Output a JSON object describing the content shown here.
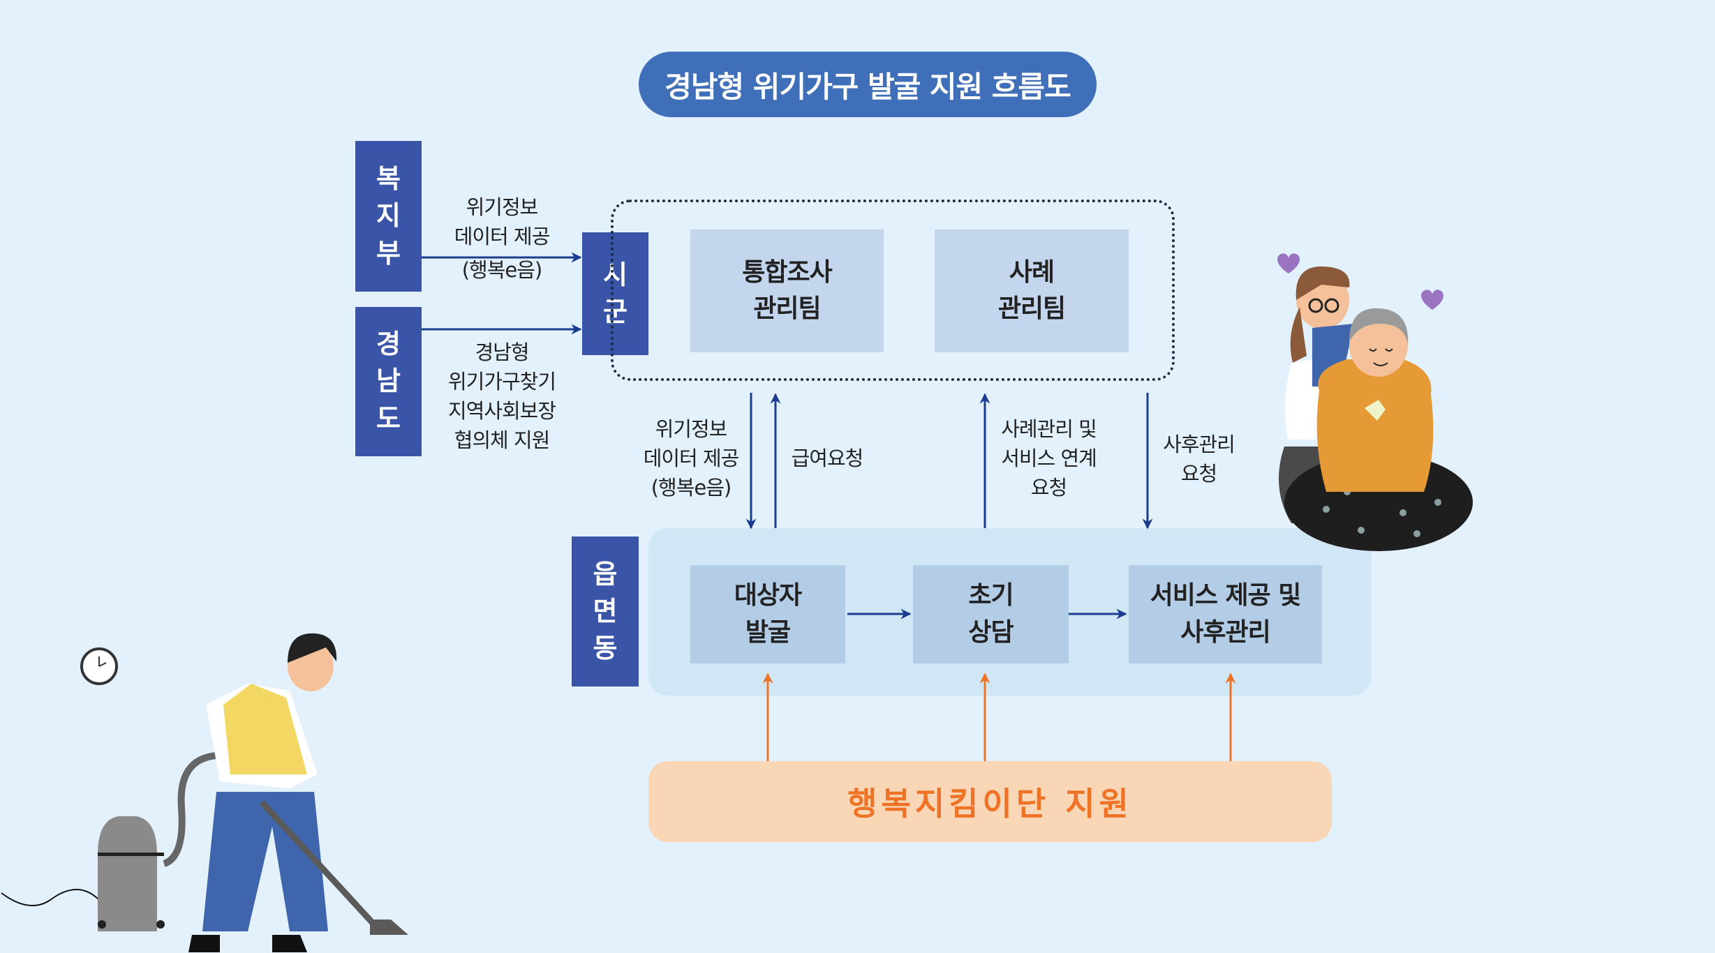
{
  "title": "경남형 위기가구 발굴 지원 흐름도",
  "actors": {
    "ministry": {
      "chars": [
        "복",
        "지",
        "부"
      ],
      "label": "복지부"
    },
    "province": {
      "chars": [
        "경",
        "남",
        "도"
      ],
      "label": "경남도"
    },
    "city": {
      "chars": [
        "시",
        "군"
      ],
      "label": "시군"
    },
    "town": {
      "chars": [
        "읍",
        "면",
        "동"
      ],
      "label": "읍면동"
    }
  },
  "edge_labels": {
    "ministry_to_city": [
      "위기정보",
      "데이터 제공",
      "(행복e음)"
    ],
    "province_to_city": [
      "경남형",
      "위기가구찾기",
      "지역사회보장",
      "협의체 지원"
    ],
    "city_to_town_data": [
      "위기정보",
      "데이터 제공",
      "(행복e음)"
    ],
    "town_to_city_benefit": [
      "급여요청"
    ],
    "town_to_city_case": [
      "사례관리 및",
      "서비스 연계",
      "요청"
    ],
    "city_to_town_aftercare": [
      "사후관리",
      "요청"
    ]
  },
  "city_teams": [
    {
      "lines": [
        "통합조사",
        "관리팀"
      ]
    },
    {
      "lines": [
        "사례",
        "관리팀"
      ]
    }
  ],
  "town_steps": [
    {
      "lines": [
        "대상자",
        "발굴"
      ]
    },
    {
      "lines": [
        "초기",
        "상담"
      ]
    },
    {
      "lines": [
        "서비스 제공 및",
        "사후관리"
      ]
    }
  ],
  "support": {
    "label": "행복지킴이단 지원"
  },
  "colors": {
    "background": "#e3f1fc",
    "title_bg": "#3f6fb8",
    "actor_bg": "#3a55a8",
    "team_bg": "#c4d6ed",
    "step_bg": "#b3cde6",
    "panel_bg": "#d2e7f6",
    "arrow_blue": "#1a3d8f",
    "arrow_orange": "#ee7326",
    "support_bg": "#f9d6b5"
  },
  "illustrations": [
    "caregiver-hugging-elderly",
    "worker-vacuuming",
    "wall-clock",
    "purple-hearts"
  ]
}
